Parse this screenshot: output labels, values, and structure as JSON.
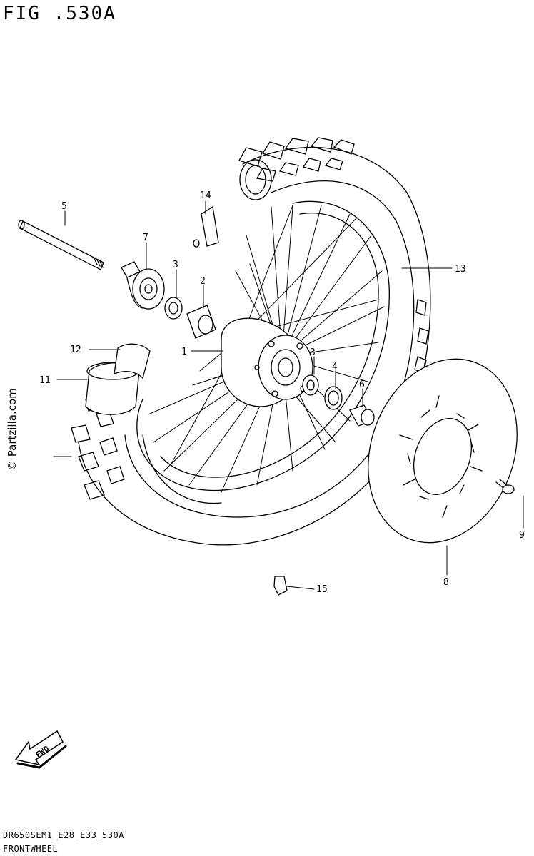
{
  "figure": {
    "title": "FIG .530A",
    "code": "DR650SEM1_E28_E33_530A",
    "name": "FRONTWHEEL",
    "watermark": "© Partzilla.com"
  },
  "callouts": [
    {
      "id": "1"
    },
    {
      "id": "2"
    },
    {
      "id": "3"
    },
    {
      "id": "3b",
      "label": "3"
    },
    {
      "id": "4"
    },
    {
      "id": "5"
    },
    {
      "id": "6"
    },
    {
      "id": "7"
    },
    {
      "id": "8"
    },
    {
      "id": "9"
    },
    {
      "id": "11"
    },
    {
      "id": "12"
    },
    {
      "id": "13"
    },
    {
      "id": "14"
    },
    {
      "id": "15"
    }
  ],
  "labels": {
    "c1": "1",
    "c2": "2",
    "c3": "3",
    "c3b": "3",
    "c4": "4",
    "c5": "5",
    "c6": "6",
    "c7": "7",
    "c8": "8",
    "c9": "9",
    "c11": "11",
    "c12": "12",
    "c13": "13",
    "c14": "14",
    "c15": "15",
    "fwd": "FWD"
  }
}
